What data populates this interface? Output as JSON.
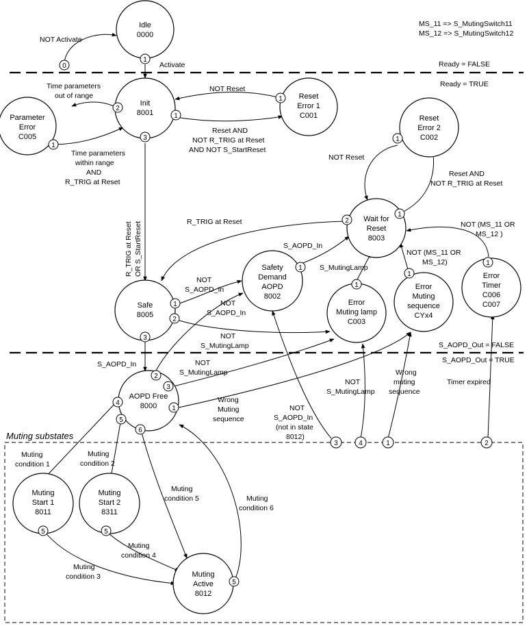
{
  "states": {
    "idle": [
      "Idle",
      "0000"
    ],
    "init": [
      "Init",
      "8001"
    ],
    "reset1": [
      "Reset",
      "Error 1",
      "C001"
    ],
    "param": [
      "Parameter",
      "Error",
      "C005"
    ],
    "reset2": [
      "Reset",
      "Error 2",
      "C002"
    ],
    "wait": [
      "Wait for",
      "Reset",
      "8003"
    ],
    "safety": [
      "Safety",
      "Demand",
      "AOPD",
      "8002"
    ],
    "safe": [
      "Safe",
      "8005"
    ],
    "errlamp": [
      "Error",
      "Muting lamp",
      "C003"
    ],
    "errseq": [
      "Error",
      "Muting",
      "sequence",
      "CYx4"
    ],
    "errtimer": [
      "Error",
      "Timer",
      "C006",
      "C007"
    ],
    "aopd": [
      "AOPD Free",
      "8000"
    ],
    "ms1": [
      "Muting",
      "Start 1",
      "8011"
    ],
    "ms2": [
      "Muting",
      "Start 2",
      "8311"
    ],
    "active": [
      "Muting",
      "Active",
      "8012"
    ]
  },
  "ports": [
    "0",
    "1",
    "2",
    "3",
    "4",
    "5",
    "6"
  ],
  "legend": [
    "MS_11 => S_MutingSwitch11",
    "MS_12 => S_MutingSwitch12"
  ],
  "dividers": {
    "ready_false": "Ready = FALSE",
    "ready_true": "Ready = TRUE",
    "aopd_out_false": "S_AOPD_Out = FALSE",
    "aopd_out_true": "S_AOPD_Out = TRUE"
  },
  "substates_title": "Muting substates",
  "labels": {
    "not_activate": "NOT Activate",
    "activate": "Activate",
    "not_reset_top": "NOT Reset",
    "time_out_1": "Time parameters",
    "time_out_2": "out of range",
    "reset_and": [
      "Reset  AND",
      "NOT  R_TRIG at Reset",
      "AND  NOT S_StartReset"
    ],
    "time_within": [
      "Time parameters",
      "within range",
      "AND",
      "R_TRIG at Reset"
    ],
    "not_reset_2": "NOT Reset",
    "reset_and_not_rtrig": [
      "Reset AND",
      "NOT R_TRIG at Reset"
    ],
    "rtrig_left": "R_TRIG at Reset",
    "rtrig_vert": [
      "R_TRIG at Reset",
      "OR S_StartReset"
    ],
    "not_ms_1": [
      "NOT (MS_11 OR",
      "MS_12 )"
    ],
    "not_ms_2": [
      "NOT (MS_11 OR",
      "MS_12)"
    ],
    "saopd_in": "S_AOPD_In",
    "smutinglamp": "S_MutingLamp",
    "not_saopd_in_a": [
      "NOT",
      "S_AOPD_In"
    ],
    "not_saopd_in_b": [
      "NOT",
      "S_AOPD_In"
    ],
    "not_smutinglamp_a": [
      "NOT",
      "S_MutingLamp"
    ],
    "saopd_in_left": "S_AOPD_In",
    "not_smutinglamp_b": [
      "NOT",
      "S_MutingLamp"
    ],
    "wrong_seq_a": [
      "Wrong",
      "Muting",
      "sequence"
    ],
    "not_saopd_in_c": [
      "NOT",
      "S_AOPD_In",
      "(not in state",
      "8012)"
    ],
    "not_smutinglamp_c": [
      "NOT",
      "S_MutingLamp"
    ],
    "wrong_seq_b": [
      "Wrong",
      "muting",
      "sequence"
    ],
    "timer_expired": "Timer expired",
    "mc1": [
      "Muting",
      "condition 1"
    ],
    "mc2": [
      "Muting",
      "condition 2"
    ],
    "mc3": [
      "Muting",
      "condition 3"
    ],
    "mc4": [
      "Muting",
      "condition 4"
    ],
    "mc5": [
      "Muting",
      "condition 5"
    ],
    "mc6": [
      "Muting",
      "condition 6"
    ]
  }
}
